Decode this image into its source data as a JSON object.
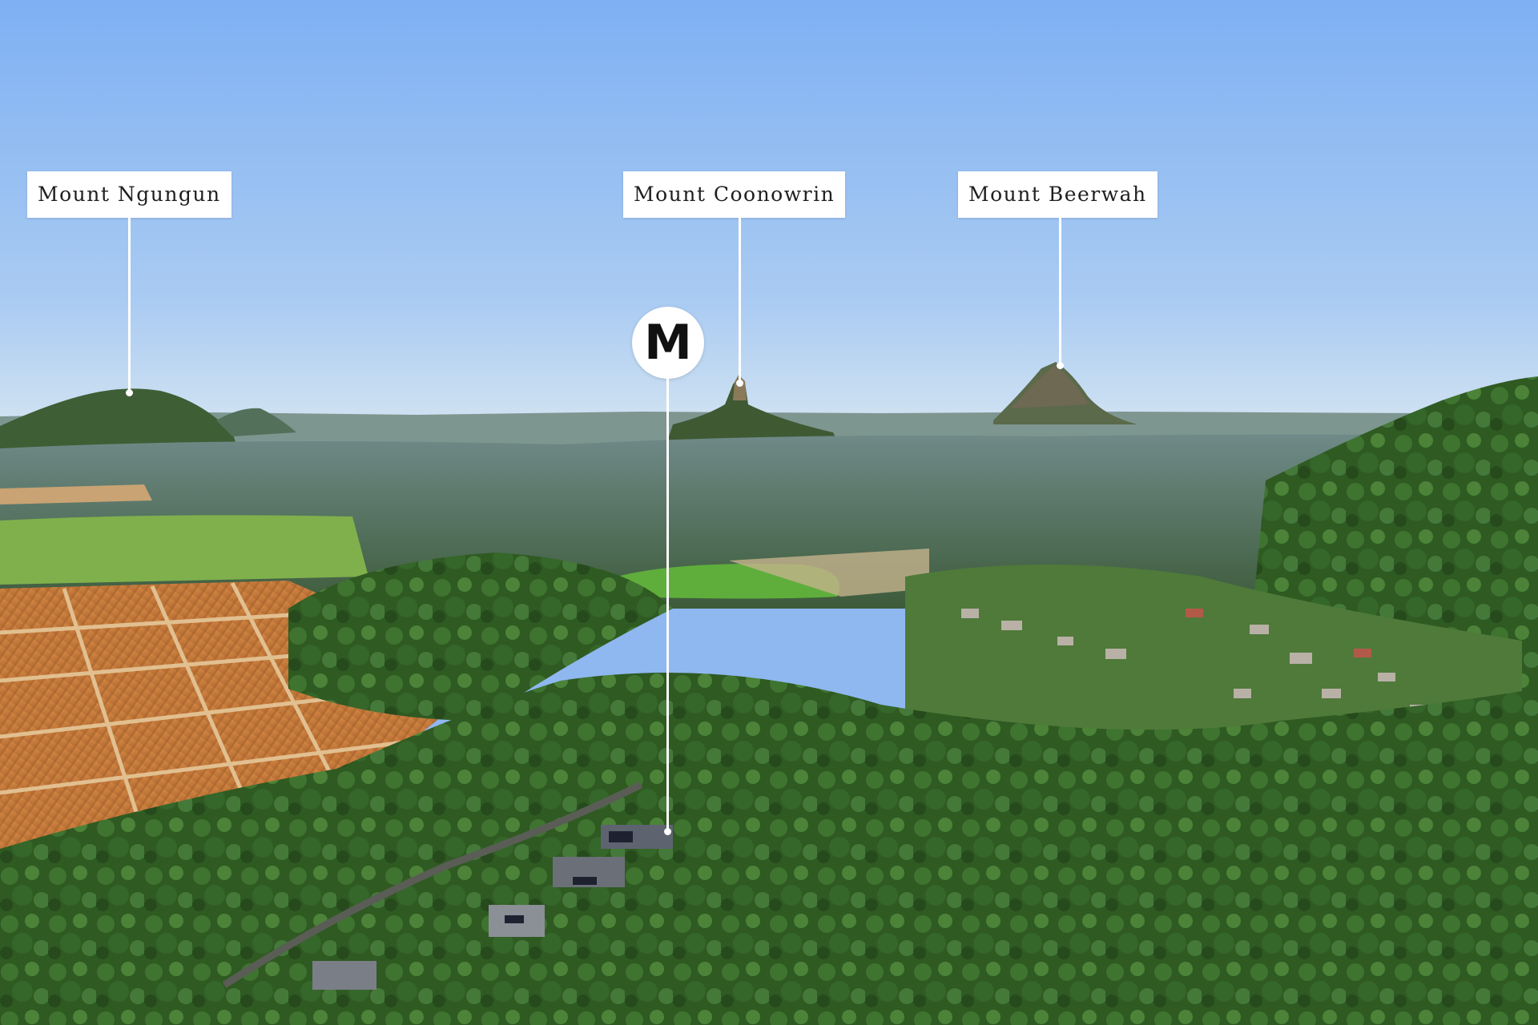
{
  "labels": {
    "ngungun": "Mount Ngungun",
    "coonowrin": "Mount Coonowrin",
    "beerwah": "Mount Beerwah"
  },
  "property_marker": {
    "letter": "M"
  },
  "colors": {
    "sky_top": "#7fb1f2",
    "sky_horizon": "#c7ddf3",
    "forest": "#2f5a22",
    "field_green": "#5fa53a",
    "crop_orange": "#c8793a",
    "label_bg": "#ffffff"
  }
}
